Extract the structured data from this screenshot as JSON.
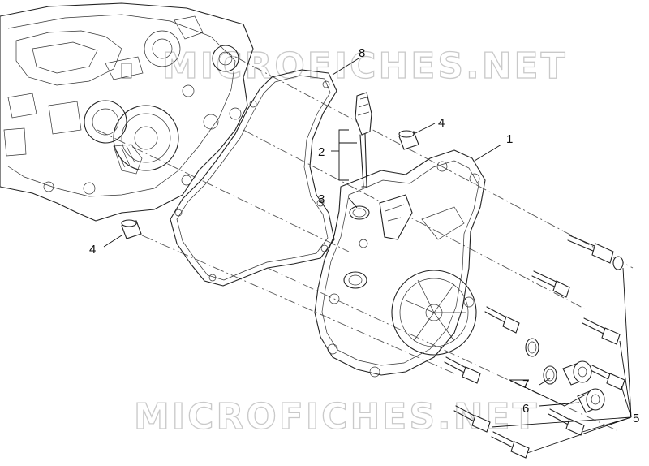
{
  "watermarks": {
    "top": "MICROFICHES.NET",
    "bottom": "MICROFICHES.NET"
  },
  "callouts": {
    "c1": "1",
    "c2": "2",
    "c3": "3",
    "c4a": "4",
    "c4b": "4",
    "c5": "5",
    "c6": "6",
    "c7": "7",
    "c8": "8"
  }
}
